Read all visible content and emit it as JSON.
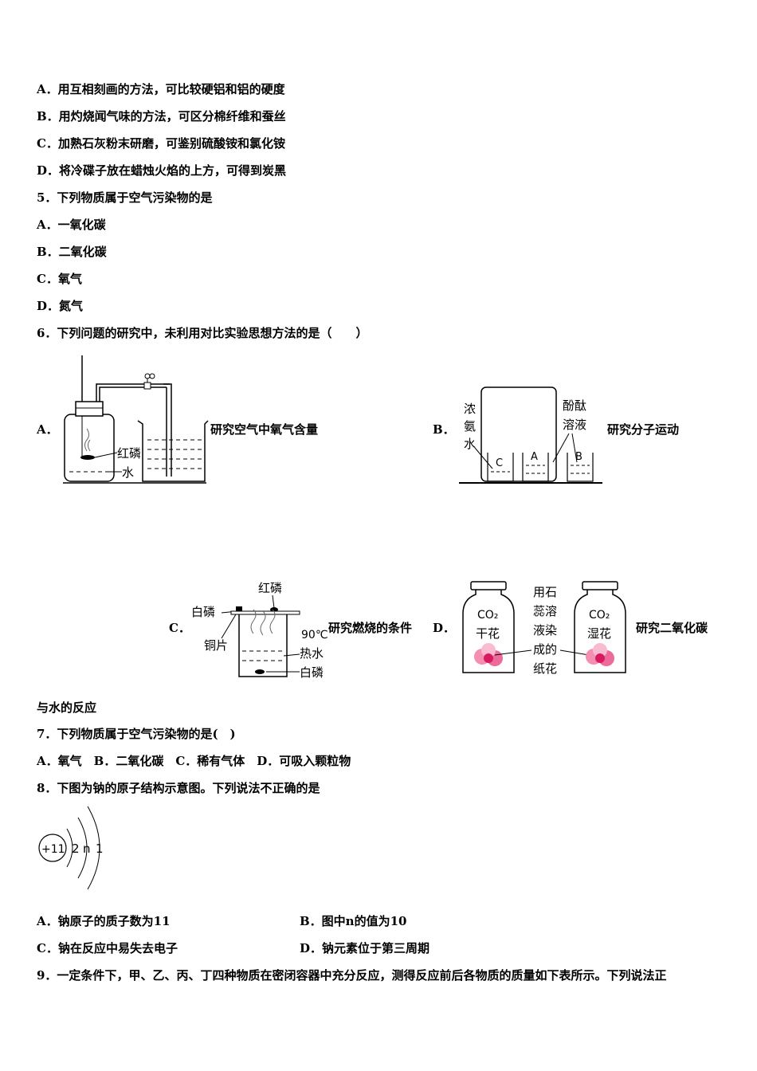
{
  "q4_options": {
    "a": "A．用互相刻画的方法，可比较硬铝和铝的硬度",
    "b": "B．用灼烧闻气味的方法，可区分棉纤维和蚕丝",
    "c": "C．加熟石灰粉末研磨，可鉴别硫酸铵和氯化铵",
    "d": "D．将冷碟子放在蜡烛火焰的上方，可得到炭黑"
  },
  "q5": {
    "stem": "5．下列物质属于空气污染物的是",
    "a": "A．一氧化碳",
    "b": "B．二氧化碳",
    "c": "C．氧气",
    "d": "D．氮气"
  },
  "q6": {
    "stem": "6．下列问题的研究中，未利用对比实验思想方法的是（　　）",
    "a_letter": "A．",
    "a_caption": "研究空气中氧气含量",
    "a_fig": {
      "red_p": "红磷",
      "water": "水"
    },
    "b_letter": "B．",
    "b_caption": "研究分子运动",
    "b_fig": {
      "ammonia": [
        "浓",
        "氨",
        "水"
      ],
      "phenol": [
        "酚酞",
        "溶液"
      ],
      "c": "C",
      "a": "A",
      "b": "B"
    },
    "c_letter": "C．",
    "c_caption": "研究燃烧的条件",
    "c_fig": {
      "red_p": "红磷",
      "white_p_top": "白磷",
      "copper": "铜片",
      "temp": "90℃",
      "hot_water": "热水",
      "white_p_bottom": "白磷"
    },
    "d_letter": "D．",
    "d_caption": "研究二氧化碳",
    "d_caption_cont": "与水的反应",
    "d_fig": {
      "co2": "CO₂",
      "dry": "干花",
      "wet": "湿花",
      "note": [
        "用石",
        "蕊溶",
        "液染",
        "成的",
        "纸花"
      ]
    }
  },
  "q7": {
    "stem": "7．下列物质属于空气污染物的是(　)",
    "options": "A．氧气　B．二氧化碳　C．稀有气体　D．可吸入颗粒物"
  },
  "q8": {
    "stem": "8．下图为钠的原子结构示意图。下列说法不正确的是",
    "fig": {
      "nucleus": "+11",
      "s1": "2",
      "s2": "n",
      "s3": "1"
    },
    "a": "A．钠原子的质子数为11",
    "b": "B．图中n的值为10",
    "c": "C．钠在反应中易失去电子",
    "d": "D．钠元素位于第三周期"
  },
  "q9": {
    "stem": "9．一定条件下，甲、乙、丙、丁四种物质在密闭容器中充分反应，测得反应前后各物质的质量如下表所示。下列说法正"
  }
}
